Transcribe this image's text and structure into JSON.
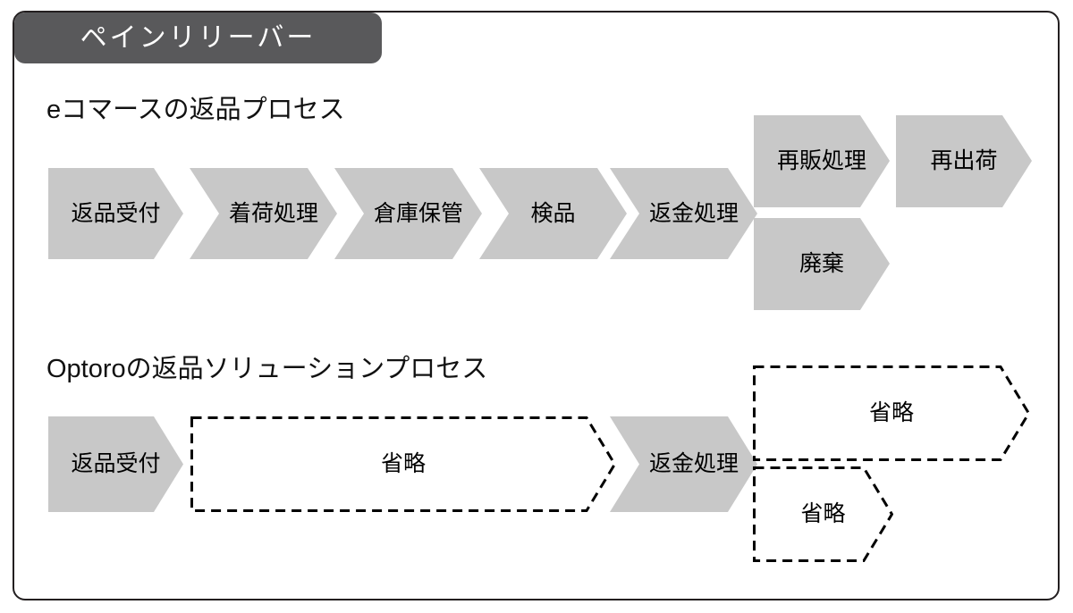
{
  "banner": {
    "title": "ペインリリーバー"
  },
  "sections": [
    {
      "title": "eコマースの返品プロセス",
      "steps": [
        {
          "label": "返品受付"
        },
        {
          "label": "着荷処理"
        },
        {
          "label": "倉庫保管"
        },
        {
          "label": "検品"
        },
        {
          "label": "返金処理"
        }
      ],
      "branches": {
        "upper": [
          {
            "label": "再販処理"
          },
          {
            "label": "再出荷"
          }
        ],
        "lower": [
          {
            "label": "廃棄"
          }
        ]
      }
    },
    {
      "title": "Optoroの返品ソリューションプロセス",
      "steps": [
        {
          "label": "返品受付"
        },
        {
          "label": "省略"
        },
        {
          "label": "返金処理"
        }
      ],
      "branches": {
        "upper": [
          {
            "label": "省略"
          }
        ],
        "lower": [
          {
            "label": "省略"
          }
        ]
      }
    }
  ],
  "colors": {
    "shape_fill": "#c8c8c8",
    "shape_stroke": "#c8c8c8",
    "dashed_stroke": "#000000",
    "banner_bg": "#59595b",
    "banner_text": "#ffffff",
    "frame_border": "#231f20",
    "text": "#000000"
  }
}
